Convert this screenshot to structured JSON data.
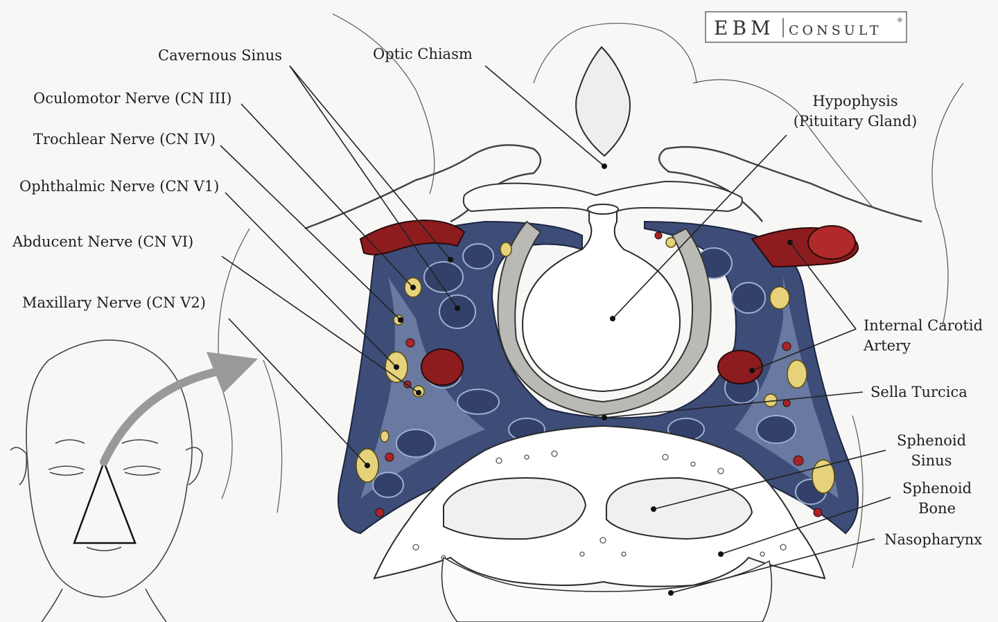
{
  "logo": {
    "primary": "EBM",
    "secondary": "CONSULT",
    "mark": "®"
  },
  "labels": {
    "cavernous_sinus": "Cavernous Sinus",
    "optic_chiasm": "Optic Chiasm",
    "oculomotor": "Oculomotor Nerve (CN III)",
    "trochlear": "Trochlear Nerve (CN IV)",
    "ophthalmic": "Ophthalmic Nerve (CN V1)",
    "abducent": "Abducent Nerve (CN VI)",
    "maxillary": "Maxillary Nerve (CN V2)",
    "hypophysis_line1": "Hypophysis",
    "hypophysis_line2": "(Pituitary Gland)",
    "carotid_line1": "Internal Carotid",
    "carotid_line2": "Artery",
    "sella_turcica": "Sella Turcica",
    "sphenoid_sinus_line1": "Sphenoid",
    "sphenoid_sinus_line2": "Sinus",
    "sphenoid_bone_line1": "Sphenoid",
    "sphenoid_bone_line2": "Bone",
    "nasopharynx": "Nasopharynx"
  },
  "colors": {
    "venous_sinus": "#3d4d78",
    "venous_sinus_light": "#9fb0cf",
    "artery": "#8c1c1e",
    "nerve": "#e5d27a",
    "bone": "#ffffff",
    "background": "#f7f7f5"
  }
}
